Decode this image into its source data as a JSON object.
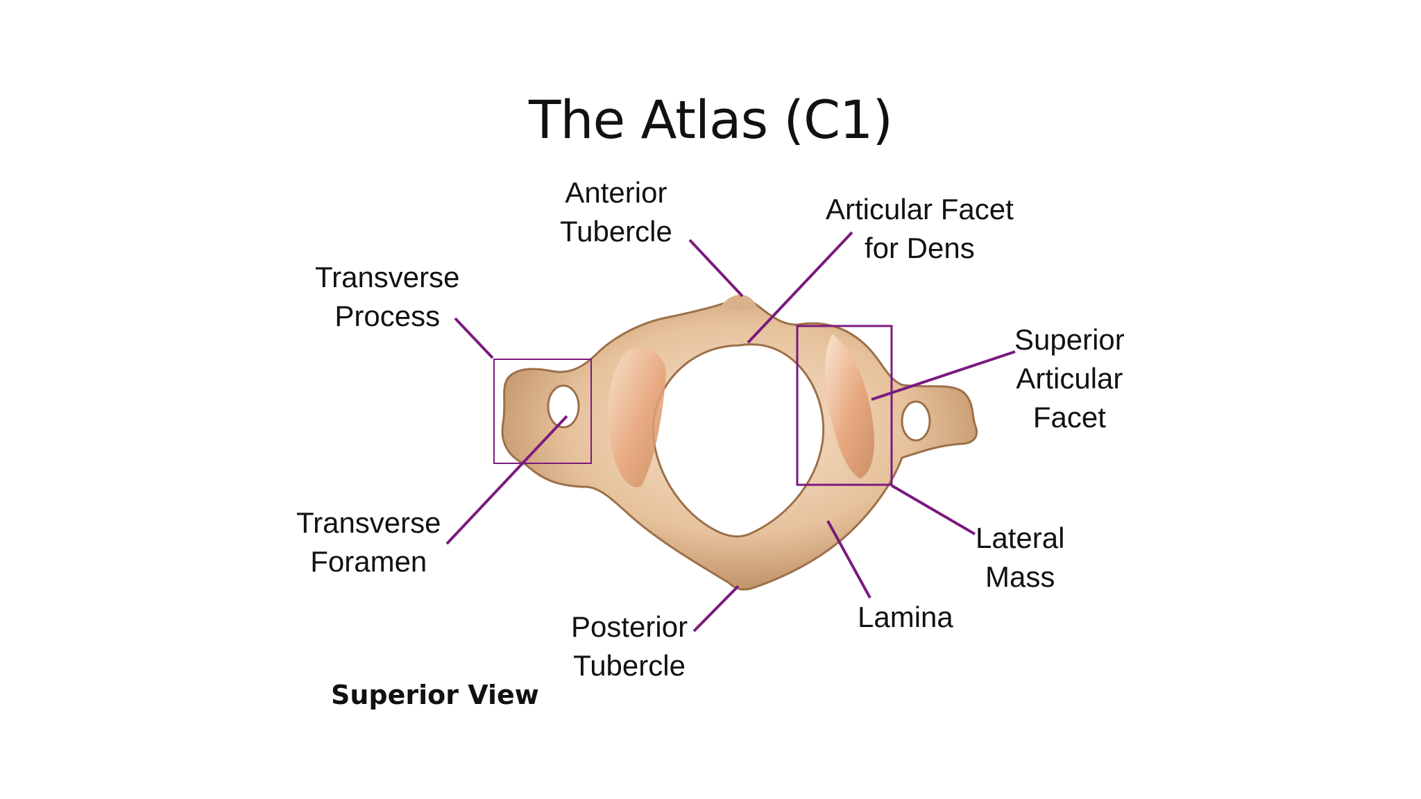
{
  "slide": {
    "title": "The Atlas (C1)",
    "caption": "Superior View",
    "accent_color": "#7a1a7e",
    "bone_color": "#e8c9a8",
    "labels": {
      "anterior_tubercle": [
        "Anterior",
        "Tubercle"
      ],
      "articular_facet_dens": [
        "Articular Facet",
        "for Dens"
      ],
      "transverse_process": [
        "Transverse",
        "Process"
      ],
      "superior_articular_facet": [
        "Superior",
        "Articular",
        "Facet"
      ],
      "transverse_foramen": [
        "Transverse",
        "Foramen"
      ],
      "lateral_mass": [
        "Lateral",
        "Mass"
      ],
      "posterior_tubercle": [
        "Posterior",
        "Tubercle"
      ],
      "lamina": [
        "Lamina"
      ]
    }
  }
}
